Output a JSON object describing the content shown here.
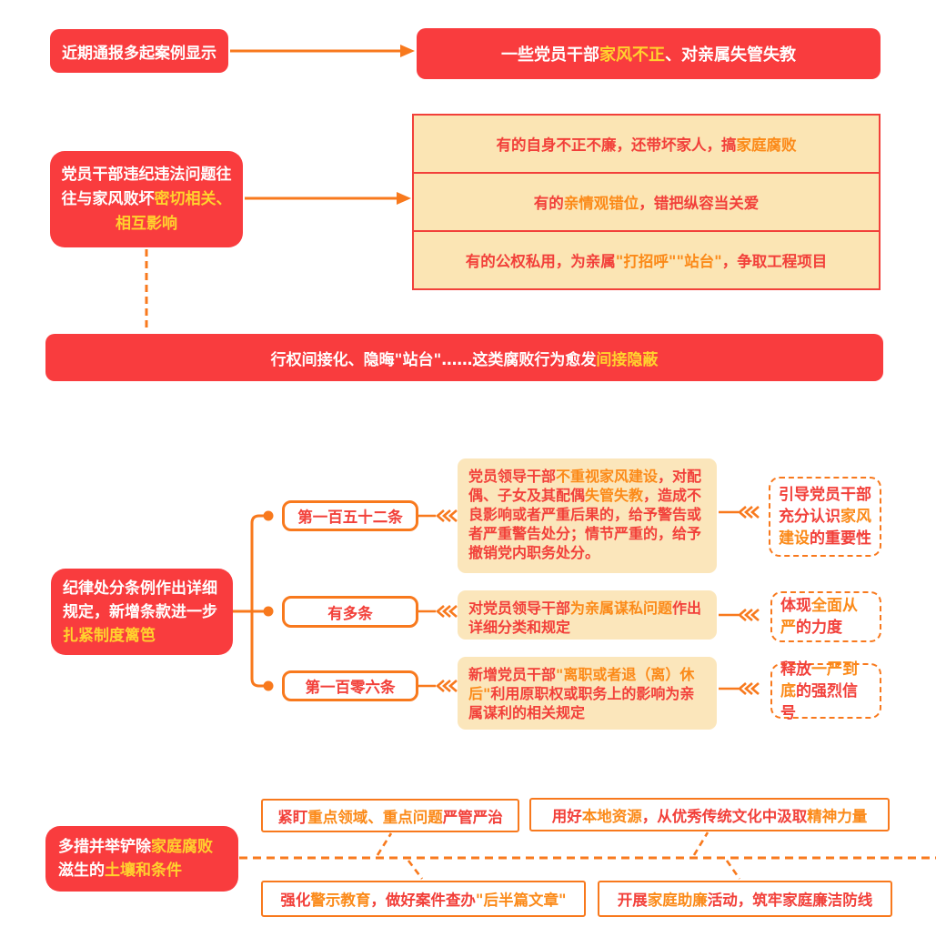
{
  "colors": {
    "box_red": "#F93C3E",
    "line_orange": "#F8791D",
    "highlight_yellow": "#FFD22E",
    "highlight_orange": "#FB8A19",
    "text_red": "#F2403A",
    "cream_bg": "#FBE5B4"
  },
  "top": {
    "source": {
      "segments": [
        {
          "t": "近期通报多起案例显示"
        }
      ]
    },
    "result": {
      "segments": [
        {
          "t": "一些党员干部"
        },
        {
          "t": "家风不正",
          "c": "y"
        },
        {
          "t": "、对亲属失管失教"
        }
      ]
    }
  },
  "problem": {
    "cause": {
      "segments": [
        {
          "t": "党员干部违纪违法问题往往与家风败坏"
        },
        {
          "t": "密切相关、相互影响",
          "c": "y"
        }
      ]
    },
    "examples": [
      {
        "segments": [
          {
            "t": "有的自身不正不廉，还带坏家人，搞"
          },
          {
            "t": "家庭腐败",
            "c": "o"
          }
        ]
      },
      {
        "segments": [
          {
            "t": "有的"
          },
          {
            "t": "亲情观错位",
            "c": "o"
          },
          {
            "t": "，错把纵容当关爱"
          }
        ]
      },
      {
        "segments": [
          {
            "t": "有的公权私用，为亲属"
          },
          {
            "t": "\"打招呼\"\"站台\"",
            "c": "o"
          },
          {
            "t": "，争取工程项目"
          }
        ]
      }
    ],
    "conclusion": {
      "segments": [
        {
          "t": "行权间接化、隐晦\"站台\"……这类腐败行为愈发"
        },
        {
          "t": "间接隐蔽",
          "c": "y"
        }
      ]
    }
  },
  "rules": {
    "intro": {
      "segments": [
        {
          "t": "纪律处分条例作出详细规定，新增条款进一步"
        },
        {
          "t": "扎紧制度篱笆",
          "c": "y"
        }
      ]
    },
    "rows": [
      {
        "label": "第一百五十二条",
        "content": {
          "segments": [
            {
              "t": "党员领导干部"
            },
            {
              "t": "不重视家风建设",
              "c": "o"
            },
            {
              "t": "，对配偶、子女及其配偶"
            },
            {
              "t": "失管失教",
              "c": "o"
            },
            {
              "t": "，造成不良影响或者严重后果的，给予警告或者严重警告处分；情节严重的，给予撤销党内职务处分。"
            }
          ]
        },
        "note": {
          "segments": [
            {
              "t": "引导党员干部充分认识"
            },
            {
              "t": "家风建设",
              "c": "o"
            },
            {
              "t": "的重要性"
            }
          ]
        }
      },
      {
        "label": "有多条",
        "content": {
          "segments": [
            {
              "t": "对党员领导干部"
            },
            {
              "t": "为亲属谋私问题",
              "c": "o"
            },
            {
              "t": "作出详细分类和规定"
            }
          ]
        },
        "note": {
          "segments": [
            {
              "t": "体现"
            },
            {
              "t": "全面从严",
              "c": "o"
            },
            {
              "t": "的力度"
            }
          ]
        }
      },
      {
        "label": "第一百零六条",
        "content": {
          "segments": [
            {
              "t": "新增党员干部"
            },
            {
              "t": "\"离职或者退（离）休后\"",
              "c": "o"
            },
            {
              "t": "利用原职权或职务上的影响为亲属谋利的相关规定"
            }
          ]
        },
        "note": {
          "segments": [
            {
              "t": "释放"
            },
            {
              "t": "一严到底",
              "c": "o"
            },
            {
              "t": "的强烈信号"
            }
          ]
        }
      }
    ]
  },
  "measures": {
    "intro": {
      "segments": [
        {
          "t": "多措并举铲除"
        },
        {
          "t": "家庭腐败",
          "c": "y"
        },
        {
          "t": "滋生的"
        },
        {
          "t": "土壤和条件",
          "c": "y"
        }
      ]
    },
    "items": [
      {
        "segments": [
          {
            "t": "紧盯"
          },
          {
            "t": "重点领域、重点问题",
            "c": "o"
          },
          {
            "t": "严管严治"
          }
        ]
      },
      {
        "segments": [
          {
            "t": "用好"
          },
          {
            "t": "本地资源",
            "c": "o"
          },
          {
            "t": "，从优秀传统文化中汲取"
          },
          {
            "t": "精神力量",
            "c": "o"
          }
        ]
      },
      {
        "segments": [
          {
            "t": "强化"
          },
          {
            "t": "警示教育",
            "c": "o"
          },
          {
            "t": "，做好案件查办"
          },
          {
            "t": "\"后半篇文章\"",
            "c": "o"
          }
        ]
      },
      {
        "segments": [
          {
            "t": "开展"
          },
          {
            "t": "家庭助廉",
            "c": "o"
          },
          {
            "t": "活动，筑牢家庭廉洁防线"
          }
        ]
      }
    ]
  }
}
